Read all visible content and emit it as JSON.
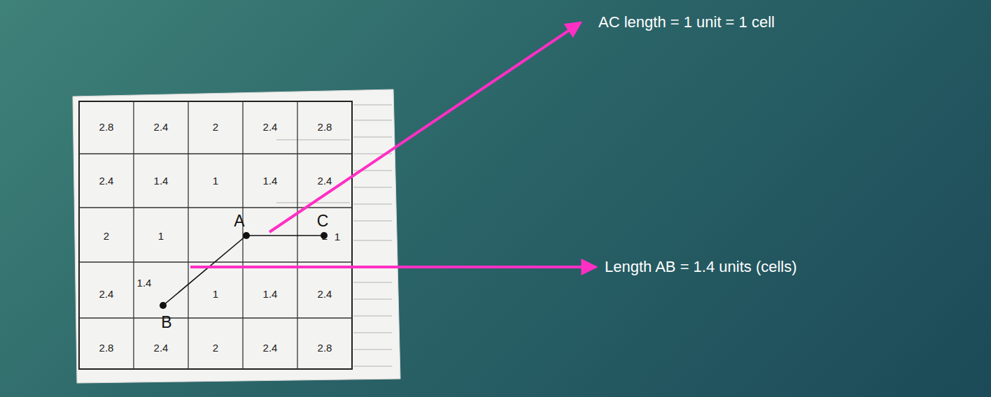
{
  "diagram": {
    "labels": [
      "2.8",
      "2.4",
      "2",
      "2.4",
      "2.8",
      "2.4",
      "1.4",
      "1",
      "1.4",
      "2.4",
      "2",
      "1",
      "A",
      "C",
      "1",
      "2",
      "2.4",
      "1.4",
      "B",
      "1",
      "1.4",
      "2.4",
      "2.8",
      "2.4",
      "2",
      "2.4",
      "2.8",
      "AC length = 1 unit = 1 cell",
      "Length AB = 1.4 units (cells)"
    ]
  }
}
